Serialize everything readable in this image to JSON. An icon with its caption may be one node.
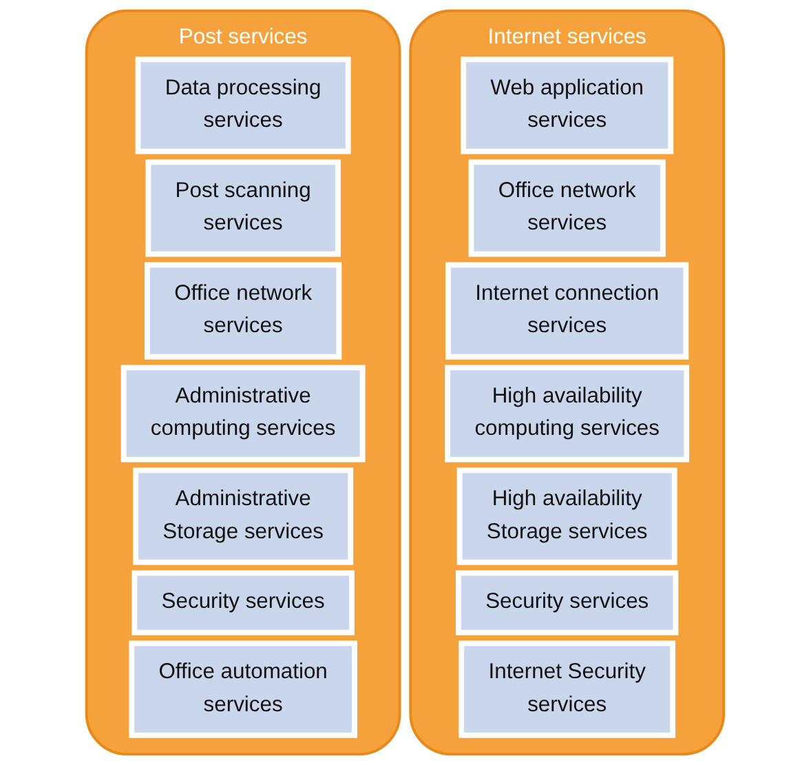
{
  "diagram": {
    "nodes": [
      {
        "text": [
          "Post services"
        ]
      },
      {
        "text": [
          "Data processing services"
        ],
        "in": 0
      },
      {
        "text": [
          "Post scanning services"
        ],
        "in": 0
      },
      {
        "text": [
          "Office network services"
        ],
        "in": 0
      },
      {
        "text": [
          "Administrative computing services"
        ],
        "in": 0
      },
      {
        "text": [
          "Administrative Storage services"
        ],
        "in": 0
      },
      {
        "text": [
          "Security services"
        ],
        "in": 0
      },
      {
        "text": [
          "Office automation services"
        ],
        "in": 0
      },
      {
        "text": [
          "Internet services"
        ]
      },
      {
        "text": [
          "Web application services"
        ],
        "in": 8
      },
      {
        "text": [
          "Office network services"
        ],
        "in": 8
      },
      {
        "text": [
          "Internet connection services"
        ],
        "in": 8
      },
      {
        "text": [
          "High availability computing services"
        ],
        "in": 8
      },
      {
        "text": [
          "High availability Storage services"
        ],
        "in": 8
      },
      {
        "text": [
          "Security services"
        ],
        "in": 8
      },
      {
        "text": [
          "Internet Security services"
        ],
        "in": 8
      }
    ],
    "edges": []
  }
}
